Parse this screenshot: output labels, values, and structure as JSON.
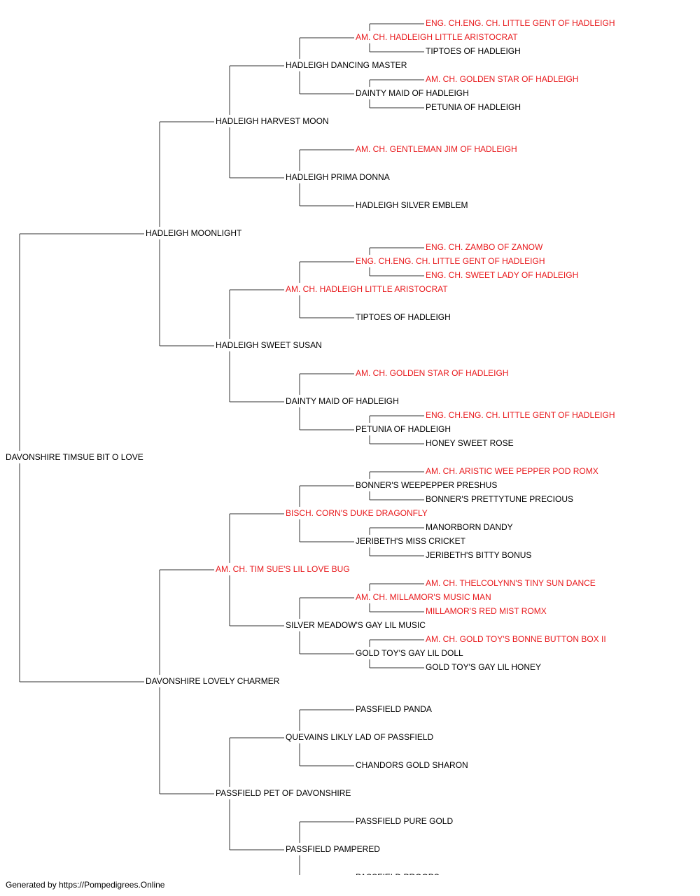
{
  "colors": {
    "champion": "#e8191c",
    "normal": "#000000",
    "line": "#333333"
  },
  "pedigree": {
    "name": "DAVONSHIRE TIMSUE BIT O LOVE",
    "champion": false,
    "sire": {
      "name": "HADLEIGH MOONLIGHT",
      "champion": false,
      "sire": {
        "name": "HADLEIGH HARVEST MOON",
        "champion": false,
        "sire": {
          "name": "HADLEIGH DANCING MASTER",
          "champion": false,
          "sire": {
            "name": "AM. CH. HADLEIGH LITTLE ARISTOCRAT",
            "champion": true,
            "sire": {
              "name": "ENG. CH.ENG. CH. LITTLE GENT OF HADLEIGH",
              "champion": true
            },
            "dam": {
              "name": "TIPTOES OF HADLEIGH",
              "champion": false
            }
          },
          "dam": {
            "name": "DAINTY MAID OF HADLEIGH",
            "champion": false,
            "sire": {
              "name": "AM. CH. GOLDEN STAR OF HADLEIGH",
              "champion": true
            },
            "dam": {
              "name": "PETUNIA OF HADLEIGH",
              "champion": false
            }
          }
        },
        "dam": {
          "name": "HADLEIGH PRIMA DONNA",
          "champion": false,
          "sire": {
            "name": "AM. CH. GENTLEMAN JIM OF HADLEIGH",
            "champion": true
          },
          "dam": {
            "name": "HADLEIGH SILVER EMBLEM",
            "champion": false
          }
        }
      },
      "dam": {
        "name": "HADLEIGH SWEET SUSAN",
        "champion": false,
        "sire": {
          "name": "AM. CH. HADLEIGH LITTLE ARISTOCRAT",
          "champion": true,
          "sire": {
            "name": "ENG. CH.ENG. CH. LITTLE GENT OF HADLEIGH",
            "champion": true,
            "sire": {
              "name": "ENG. CH. ZAMBO OF ZANOW",
              "champion": true
            },
            "dam": {
              "name": "ENG. CH. SWEET LADY OF HADLEIGH",
              "champion": true
            }
          },
          "dam": {
            "name": "TIPTOES OF HADLEIGH",
            "champion": false
          }
        },
        "dam": {
          "name": "DAINTY MAID OF HADLEIGH",
          "champion": false,
          "sire": {
            "name": "AM. CH. GOLDEN STAR OF HADLEIGH",
            "champion": true
          },
          "dam": {
            "name": "PETUNIA OF HADLEIGH",
            "champion": false,
            "sire": {
              "name": "ENG. CH.ENG. CH. LITTLE GENT OF HADLEIGH",
              "champion": true
            },
            "dam": {
              "name": "HONEY SWEET ROSE",
              "champion": false
            }
          }
        }
      }
    },
    "dam": {
      "name": "DAVONSHIRE LOVELY CHARMER",
      "champion": false,
      "sire": {
        "name": "AM. CH. TIM SUE'S LIL LOVE BUG",
        "champion": true,
        "sire": {
          "name": "BISCH. CORN'S DUKE DRAGONFLY",
          "champion": true,
          "sire": {
            "name": "BONNER'S WEEPEPPER PRESHUS",
            "champion": false,
            "sire": {
              "name": "AM. CH. ARISTIC WEE PEPPER POD ROMX",
              "champion": true
            },
            "dam": {
              "name": "BONNER'S PRETTYTUNE PRECIOUS",
              "champion": false
            }
          },
          "dam": {
            "name": "JERIBETH'S MISS CRICKET",
            "champion": false,
            "sire": {
              "name": "MANORBORN DANDY",
              "champion": false
            },
            "dam": {
              "name": "JERIBETH'S BITTY BONUS",
              "champion": false
            }
          }
        },
        "dam": {
          "name": "SILVER MEADOW'S GAY LIL MUSIC",
          "champion": false,
          "sire": {
            "name": "AM. CH. MILLAMOR'S MUSIC MAN",
            "champion": true,
            "sire": {
              "name": "AM. CH. THELCOLYNN'S TINY SUN DANCE",
              "champion": true
            },
            "dam": {
              "name": "MILLAMOR'S RED MIST ROMX",
              "champion": true
            }
          },
          "dam": {
            "name": "GOLD TOY'S GAY LIL DOLL",
            "champion": false,
            "sire": {
              "name": "AM. CH. GOLD TOY'S BONNE BUTTON BOX II",
              "champion": true
            },
            "dam": {
              "name": "GOLD TOY'S GAY LIL HONEY",
              "champion": false
            }
          }
        }
      },
      "dam": {
        "name": "PASSFIELD PET OF DAVONSHIRE",
        "champion": false,
        "sire": {
          "name": "QUEVAINS LIKLY LAD OF PASSFIELD",
          "champion": false,
          "sire": {
            "name": "PASSFIELD PANDA",
            "champion": false
          },
          "dam": {
            "name": "CHANDORS GOLD SHARON",
            "champion": false
          }
        },
        "dam": {
          "name": "PASSFIELD PAMPERED",
          "champion": false,
          "sire": {
            "name": "PASSFIELD PURE GOLD",
            "champion": false
          },
          "dam": {
            "name": "PASSFIELD PROOPS",
            "champion": false
          }
        }
      }
    }
  },
  "footer": "Generated by https://Pompedigrees.Online"
}
